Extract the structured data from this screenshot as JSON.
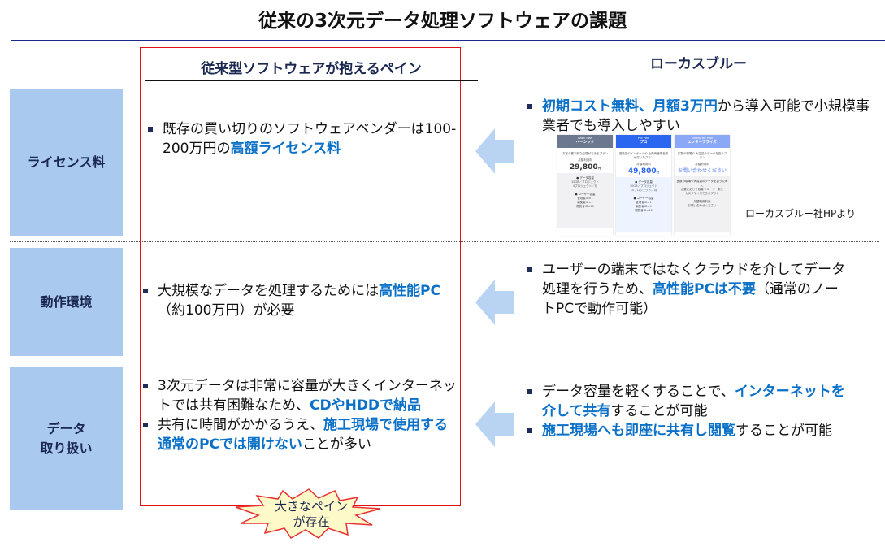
{
  "title": "従来の3次元データ処理ソフトウェアの課題",
  "columns": {
    "left": "従来型ソフトウェアが抱えるペイン",
    "right": "ローカスブルー"
  },
  "rows": [
    {
      "label": "ライセンス料",
      "pain": [
        [
          {
            "t": "既存の買い切りのソフトウェアベンダーは100-200万円の"
          },
          {
            "t": "高額ライセンス料",
            "h": true
          }
        ]
      ],
      "solution": [
        [
          {
            "t": "初期コスト無料、月額3万円",
            "h": true
          },
          {
            "t": "から導入可能で小規模事業者でも導入しやすい"
          }
        ]
      ]
    },
    {
      "label": "動作環境",
      "pain": [
        [
          {
            "t": "大規模なデータを処理するためには"
          },
          {
            "t": "高性能PC",
            "h": true
          },
          {
            "t": "（約100万円）が必要"
          }
        ]
      ],
      "solution": [
        [
          {
            "t": "ユーザーの端末ではなくクラウドを介してデータ処理を行うため、"
          },
          {
            "t": "高性能PCは不要",
            "h": true
          },
          {
            "t": "（通常のノートPCで動作可能）"
          }
        ]
      ]
    },
    {
      "label1": "データ",
      "label2": "取り扱い",
      "pain": [
        [
          {
            "t": "3次元データは非常に容量が大きくインターネットでは共有困難なため、"
          },
          {
            "t": "CDやHDDで納品",
            "h": true
          }
        ],
        [
          {
            "t": "共有に時間がかかるうえ、"
          },
          {
            "t": "施工現場で使用する通常のPCでは開けない",
            "h": true
          },
          {
            "t": "ことが多い"
          }
        ]
      ],
      "solution": [
        [
          {
            "t": "データ容量を軽くすることで、"
          },
          {
            "t": "インターネットを介して共有",
            "h": true
          },
          {
            "t": "することが可能"
          }
        ],
        [
          {
            "t": "施工現場へも即座に共有し閲覧",
            "h": true
          },
          {
            "t": "することが可能"
          }
        ]
      ]
    }
  ],
  "pricing": {
    "source_note": "ローカスブルー社HPより",
    "plans": [
      {
        "sub": "Basic Plan",
        "name": "ベーシック",
        "desc": "お客の基本的な処理ができるプラン",
        "fee_label": "月額利用料",
        "price": "29,800",
        "unit": "円",
        "f1": "● データ容量",
        "f1a": "10GB／プロジェクト",
        "f1b": "4プロジェクト／月",
        "f2": "● ユーザー容量",
        "f2a": "管理者ID×1",
        "f2b": "編集者ID×1",
        "f2c": "閲覧者ID×10"
      },
      {
        "sub": "Pro Plan",
        "name": "プロ",
        "desc": "複数量のインポートや 上所有管理者数が付いたプラン",
        "fee_label": "月額利用料",
        "price": "49,800",
        "unit": "円",
        "f1": "● データ容量",
        "f1a": "30GB／プロジェクト",
        "f1b": "10プロジェクト／月",
        "f2": "● ユーザー容量",
        "f2a": "管理者ID×1",
        "f2b": "編集者ID×5",
        "f2c": "閲覧者ID×20"
      },
      {
        "sub": "Enterprise Plan",
        "name": "エンタープライズ",
        "desc": "多数の現場や 大容量のデータを扱うプラン",
        "fee_label": "月額利用料",
        "price": "お問い合わせください",
        "f1": "多数の現場や大容量のデータを扱うために",
        "f1a": "必要に応じて容量やユーザー数を",
        "f1b": "カスタマイズできるプラン",
        "f2": "月額利用料は",
        "f2a": "お問い合わせください"
      }
    ],
    "colors": {
      "basic": "#6b7890",
      "pro": "#2b66f0",
      "enterprise": "#8aa8f5"
    }
  },
  "callout": {
    "line1": "大きなペイン",
    "line2": "が存在"
  },
  "colors": {
    "accent": "#0a70c8",
    "cell": "#a9caee",
    "arrow": "#b8d4f2",
    "redbox": "#e01010"
  }
}
